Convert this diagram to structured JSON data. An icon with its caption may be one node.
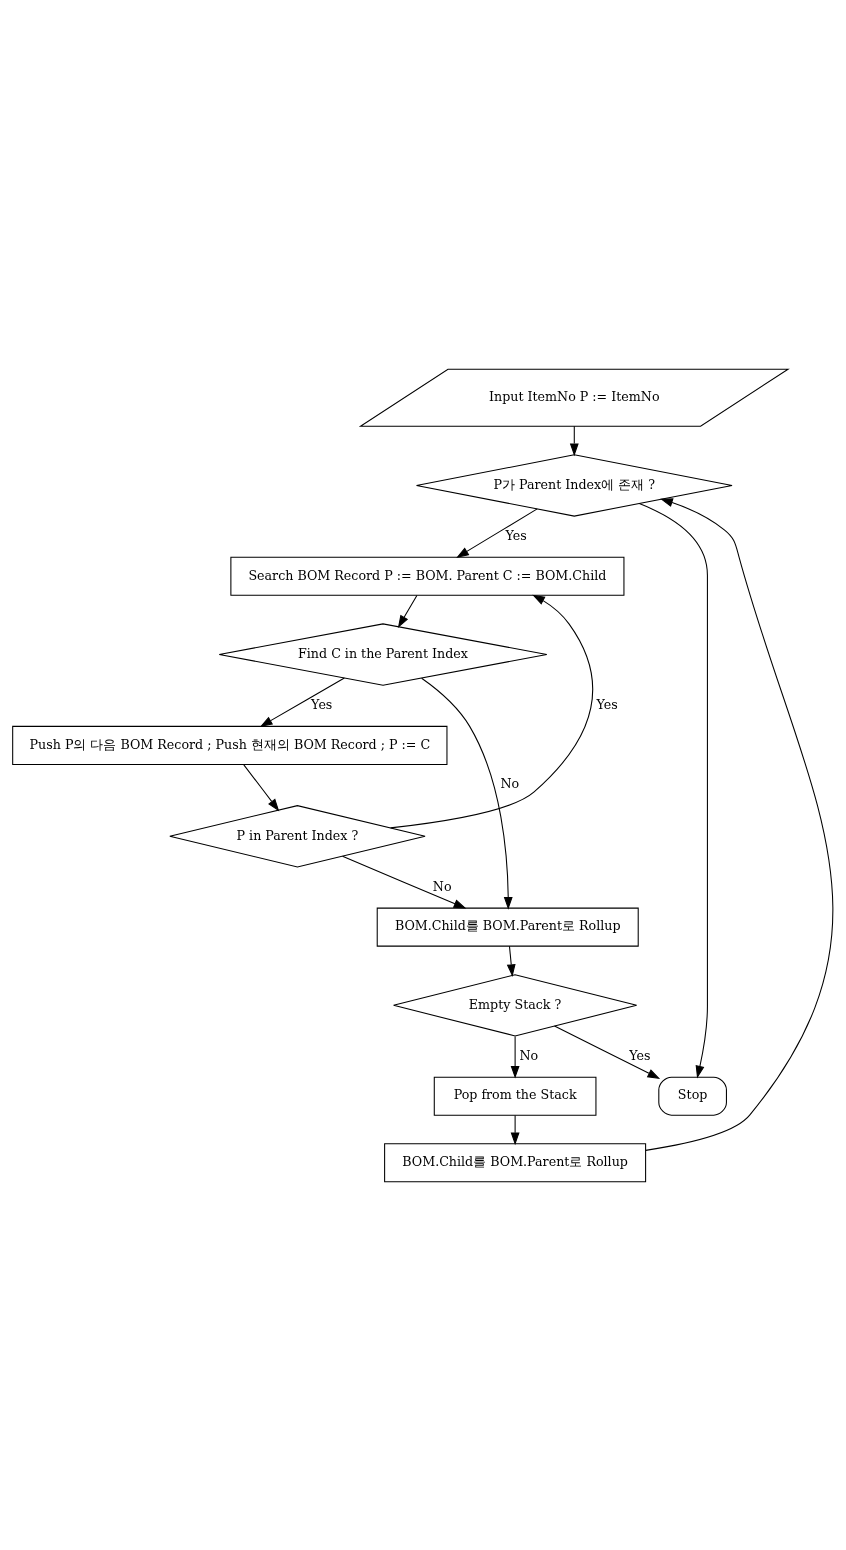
{
  "diagram": {
    "nodes": [
      {
        "text": [
          "Input ItemNo P := ItemNo"
        ]
      },
      {
        "text": [
          "P가 Parent Index에 존재 ?"
        ]
      },
      {
        "text": [
          "Search BOM Record P := BOM. Parent C := BOM.Child"
        ]
      },
      {
        "text": [
          "Find C in the Parent Index"
        ]
      },
      {
        "text": [
          "Push P의 다음 BOM Record ; Push 현재의 BOM Record ; P := C"
        ]
      },
      {
        "text": [
          "P in Parent Index ?"
        ]
      },
      {
        "text": [
          "BOM.Child를 BOM.Parent로 Rollup"
        ]
      },
      {
        "text": [
          "Empty Stack ?"
        ]
      },
      {
        "text": [
          "Pop from the Stack"
        ]
      },
      {
        "text": [
          "BOM.Child를 BOM.Parent로 Rollup"
        ]
      },
      {
        "text": [
          "Stop"
        ]
      }
    ],
    "edges": [
      {
        "from": 0,
        "to": 1,
        "arrow": "to"
      },
      {
        "from": 1,
        "to": 2,
        "arrow": "to",
        "label": "Yes"
      },
      {
        "from": 1,
        "to": 10,
        "arrow": "to"
      },
      {
        "from": 2,
        "to": 3,
        "arrow": "to"
      },
      {
        "from": 3,
        "to": 4,
        "arrow": "to",
        "label": "Yes"
      },
      {
        "from": 3,
        "to": 6,
        "arrow": "to",
        "label": "No"
      },
      {
        "from": 4,
        "to": 5,
        "arrow": "to"
      },
      {
        "from": 5,
        "to": 2,
        "arrow": "to",
        "label": "Yes"
      },
      {
        "from": 5,
        "to": 6,
        "arrow": "to",
        "label": "No"
      },
      {
        "from": 6,
        "to": 7,
        "arrow": "to"
      },
      {
        "from": 7,
        "to": 10,
        "arrow": "to",
        "label": "Yes"
      },
      {
        "from": 7,
        "to": 8,
        "arrow": "to",
        "label": "No"
      },
      {
        "from": 8,
        "to": 9,
        "arrow": "to"
      },
      {
        "from": 9,
        "to": 1,
        "arrow": "to"
      }
    ]
  }
}
